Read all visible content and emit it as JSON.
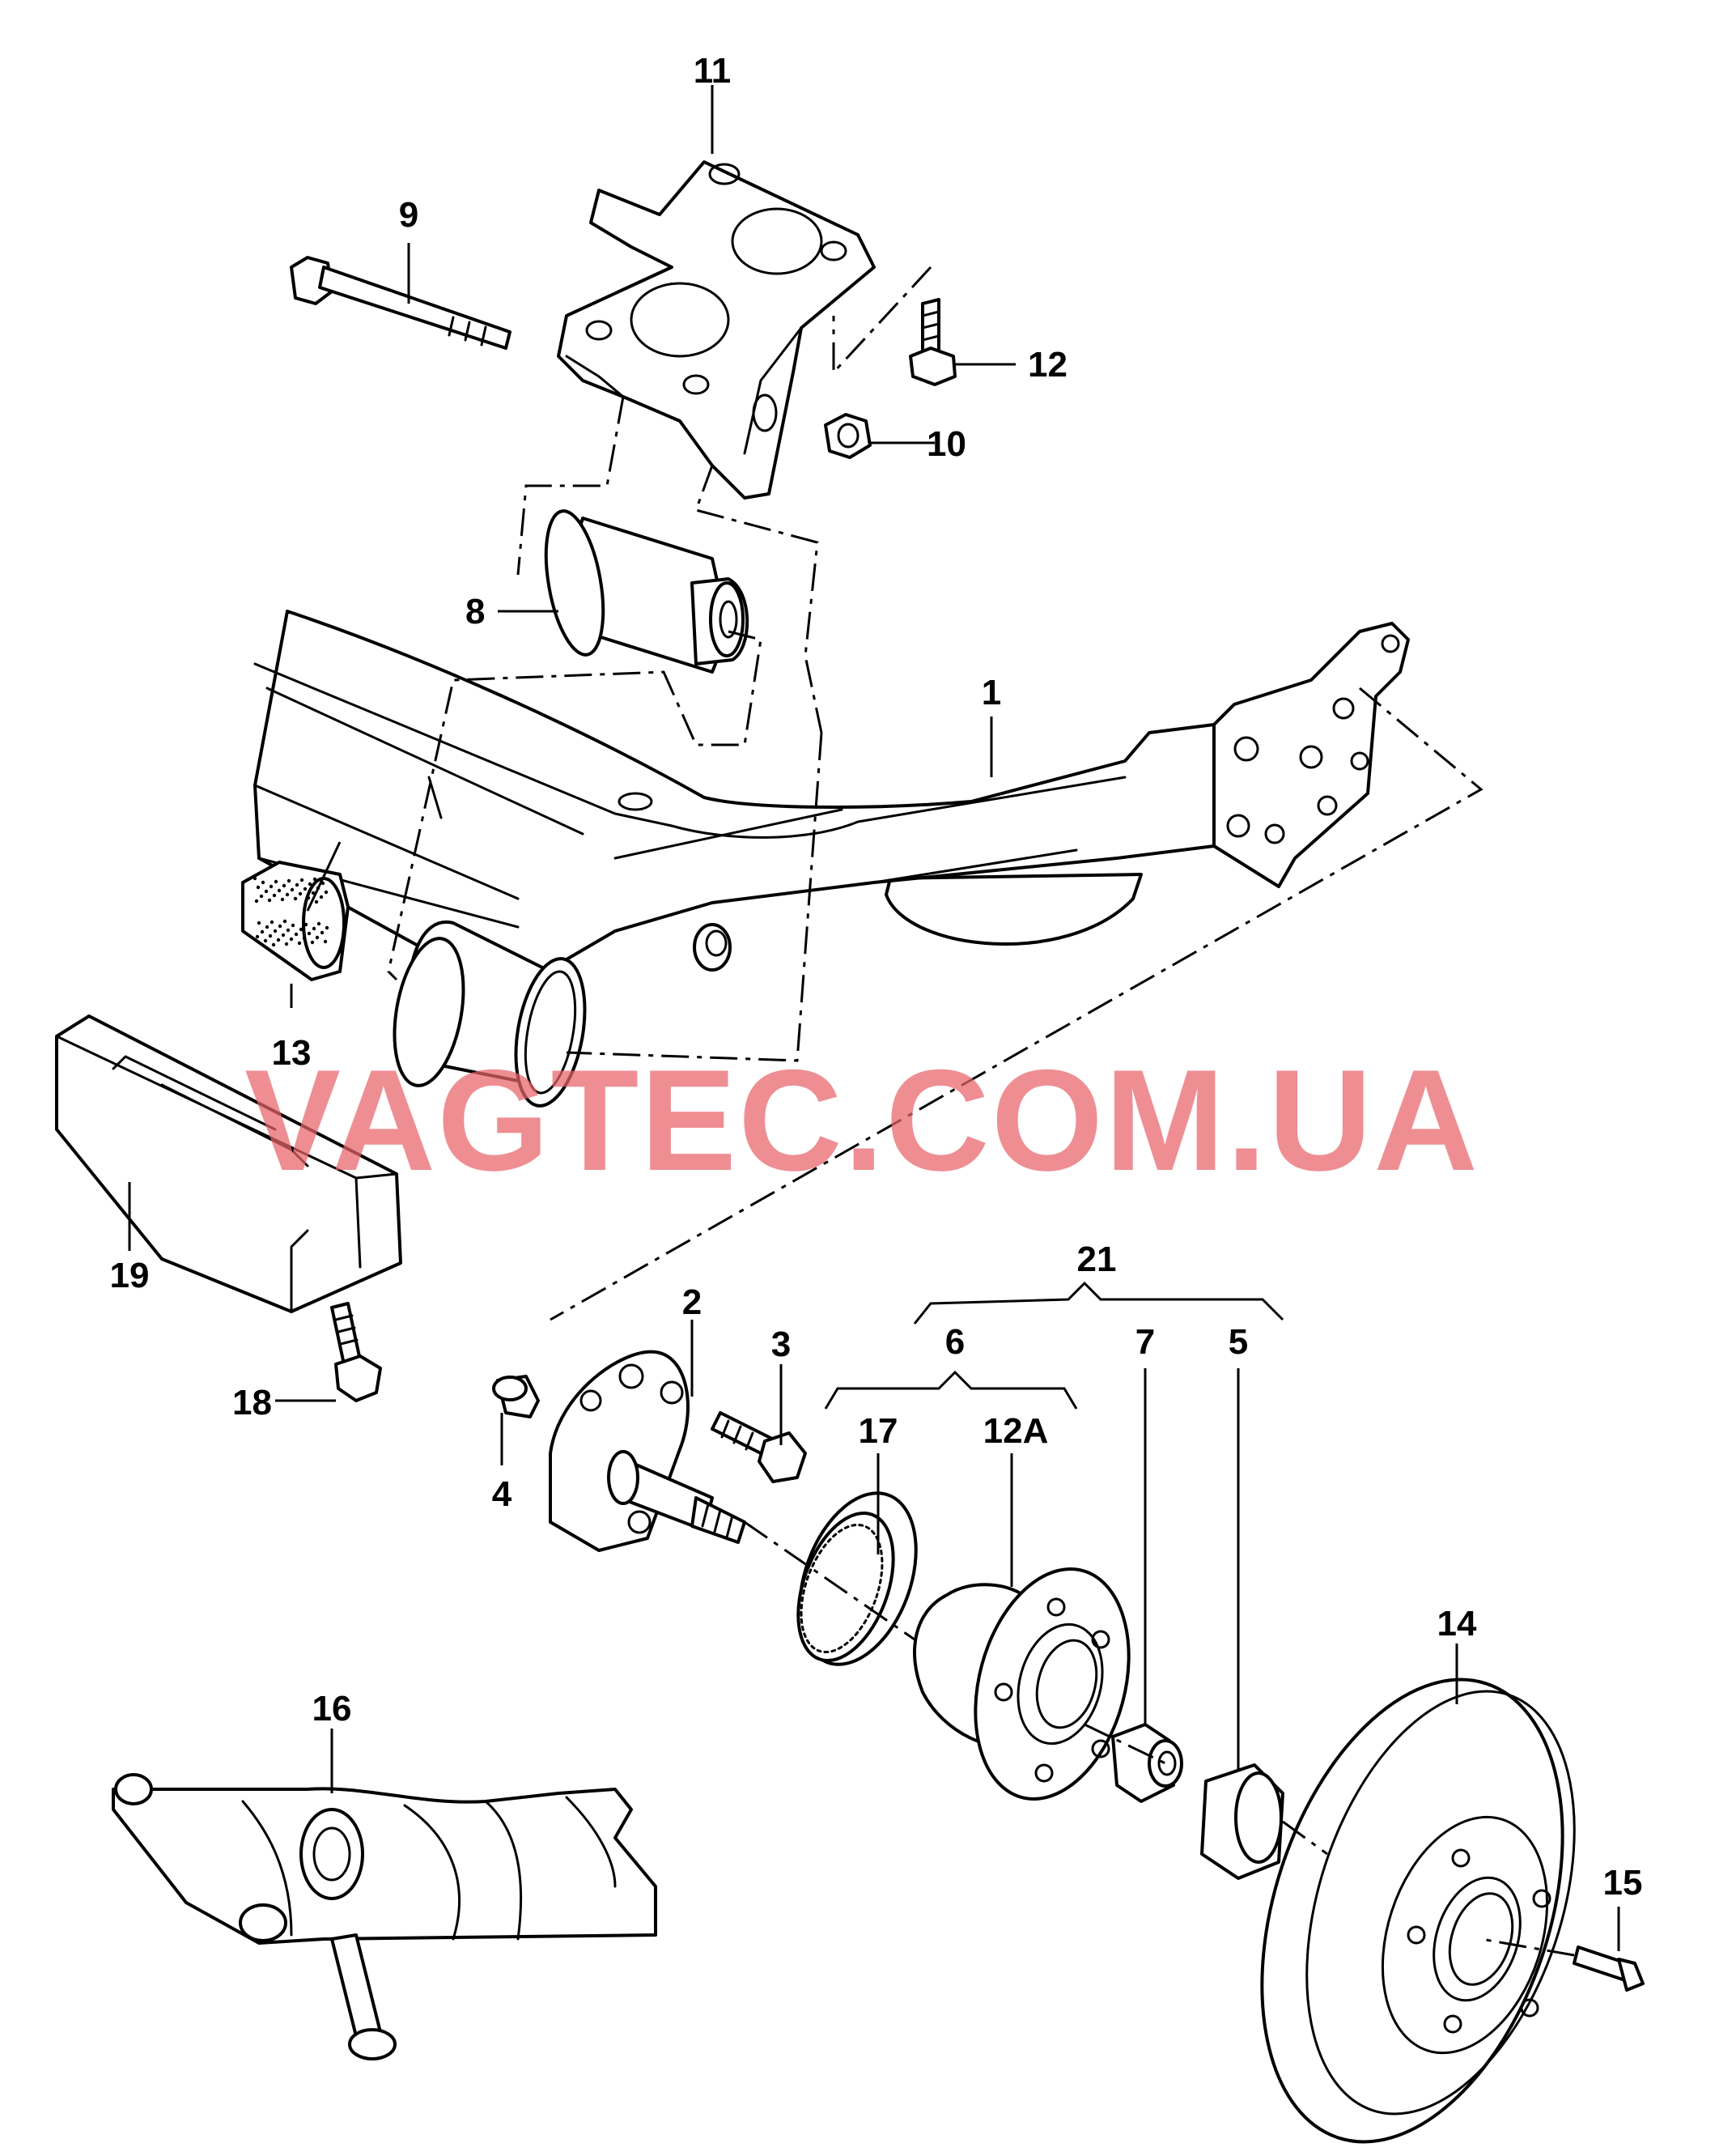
{
  "watermark": "VAGTEC.COM.UA",
  "colors": {
    "line": "#000000",
    "background": "#ffffff",
    "watermark": "#e8646a"
  },
  "callouts": {
    "c1": "1",
    "c2": "2",
    "c3": "3",
    "c4": "4",
    "c5": "5",
    "c6": "6",
    "c7": "7",
    "c8": "8",
    "c9": "9",
    "c10": "10",
    "c11": "11",
    "c12": "12",
    "c12a": "12A",
    "c13": "13",
    "c14": "14",
    "c15": "15",
    "c16": "16",
    "c17": "17",
    "c18": "18",
    "c19": "19",
    "c21": "21"
  }
}
